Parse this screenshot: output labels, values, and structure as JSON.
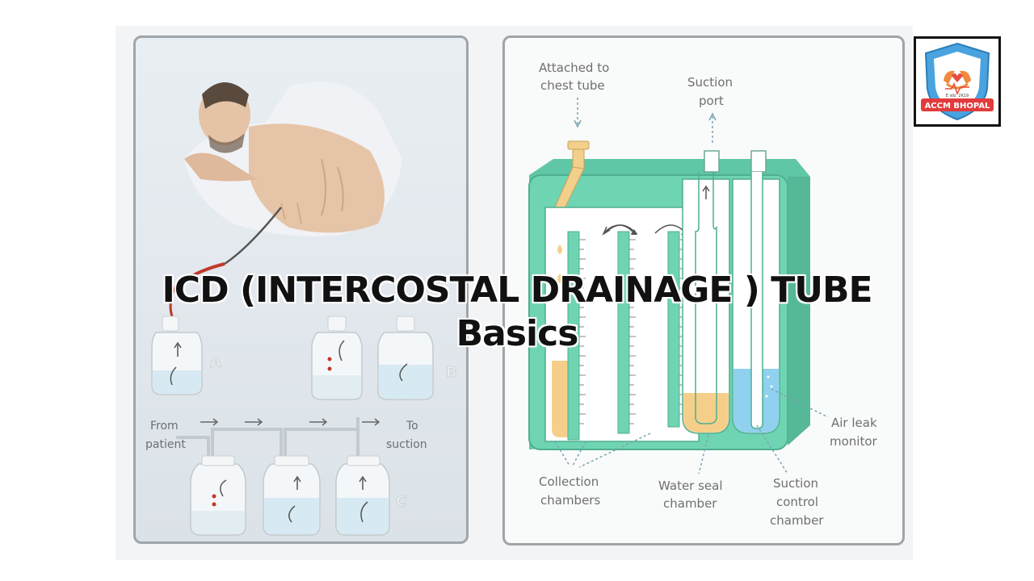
{
  "title": {
    "line1": "ICD (INTERCOSTAL DRAINAGE ) TUBE",
    "line2": "Basics"
  },
  "logo": {
    "name": "ACCM BHOPAL",
    "established": "E stb. 2K19"
  },
  "left_panel": {
    "letter_a": "A",
    "letter_b": "B",
    "letter_c": "C",
    "from_patient_line1": "From",
    "from_patient_line2": "patient",
    "to_suction_line1": "To",
    "to_suction_line2": "suction"
  },
  "right_panel": {
    "attached_line1": "Attached to",
    "attached_line2": "chest tube",
    "suction_port_line1": "Suction",
    "suction_port_line2": "port",
    "air_leak_line1": "Air leak",
    "air_leak_line2": "monitor",
    "collection_line1": "Collection",
    "collection_line2": "chambers",
    "water_seal_line1": "Water seal",
    "water_seal_line2": "chamber",
    "suction_control_line1": "Suction",
    "suction_control_line2": "control",
    "suction_control_line3": "chamber"
  },
  "colors": {
    "device_green": "#6fd4b2",
    "fluid_yellow": "#f5cf8a",
    "fluid_blue": "#8fd1ee",
    "blood_red": "#c0392b"
  }
}
